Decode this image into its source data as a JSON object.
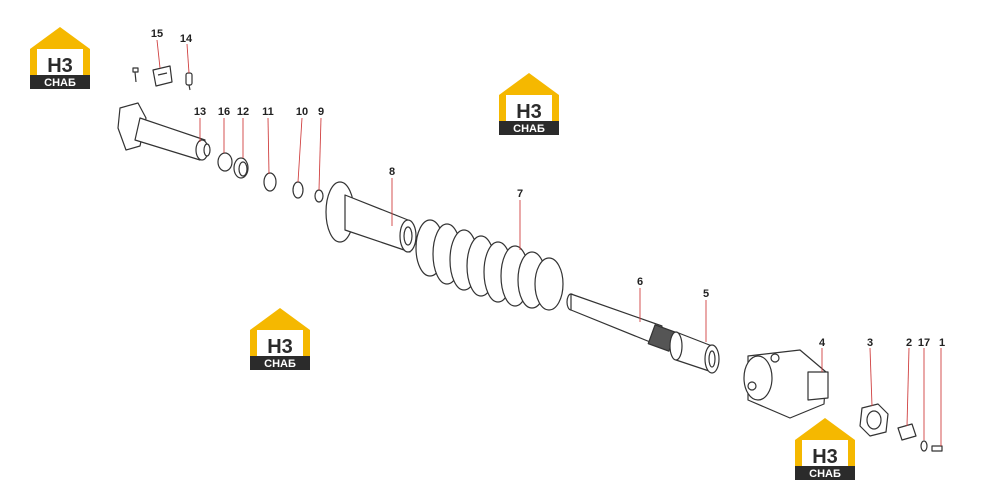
{
  "logo": {
    "monogram": "H3",
    "wordmark": "СНАБ",
    "accent_color": "#f5b800",
    "dark_color": "#2b2b2b"
  },
  "callouts": [
    {
      "id": "1",
      "label": "1"
    },
    {
      "id": "2",
      "label": "2"
    },
    {
      "id": "3",
      "label": "3"
    },
    {
      "id": "4",
      "label": "4"
    },
    {
      "id": "5",
      "label": "5"
    },
    {
      "id": "6",
      "label": "6"
    },
    {
      "id": "7",
      "label": "7"
    },
    {
      "id": "8",
      "label": "8"
    },
    {
      "id": "9",
      "label": "9"
    },
    {
      "id": "10",
      "label": "10"
    },
    {
      "id": "11",
      "label": "11"
    },
    {
      "id": "12",
      "label": "12"
    },
    {
      "id": "13",
      "label": "13"
    },
    {
      "id": "14",
      "label": "14"
    },
    {
      "id": "15",
      "label": "15"
    },
    {
      "id": "16",
      "label": "16"
    },
    {
      "id": "17",
      "label": "17"
    }
  ],
  "leader_color": "#d04040"
}
